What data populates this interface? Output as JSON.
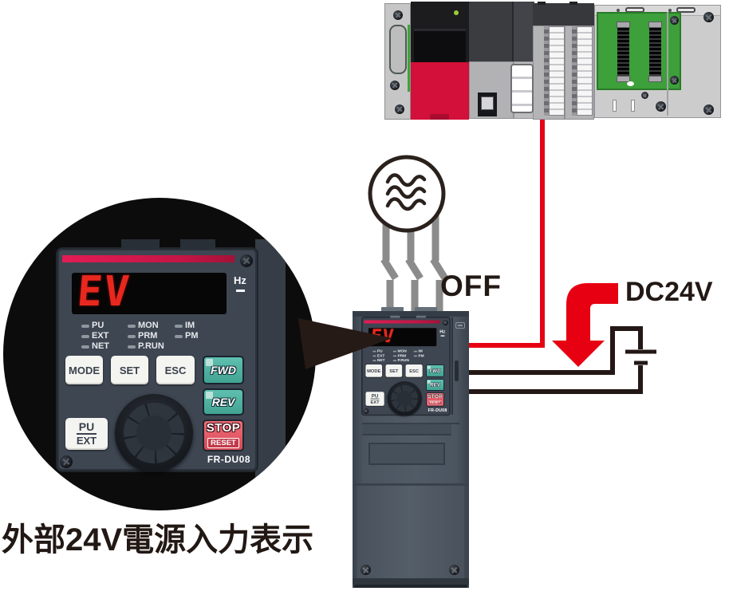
{
  "figure": {
    "off_label": "OFF",
    "dc24v_label": "DC24V",
    "caption": "外部24V電源入力表示"
  },
  "panel": {
    "display_value": "EV",
    "hz_label": "Hz",
    "model": "FR-DU08",
    "leds": {
      "col1": [
        "PU",
        "EXT",
        "NET"
      ],
      "col2": [
        "MON",
        "PRM",
        "P.RUN"
      ],
      "col3": [
        "IM",
        "PM"
      ]
    },
    "buttons": {
      "mode": "MODE",
      "set": "SET",
      "esc": "ESC",
      "fwd": "FWD",
      "rev": "REV",
      "pu": "PU",
      "ext": "EXT",
      "stop": "STOP",
      "reset": "RESET"
    }
  },
  "colors": {
    "accent_red": "#e60012",
    "plc_power_red": "#d31039",
    "pcb_green": "#3da03a",
    "panel_stripe_magenta": "#e31c54",
    "teal_button": "#4fb3a4",
    "stop_button_red": "#e05964",
    "display_segment_red": "#e8281e",
    "inverter_body_gray": "#4b5560",
    "wire_gray": "#8b8b8b",
    "line_black": "#231815"
  }
}
